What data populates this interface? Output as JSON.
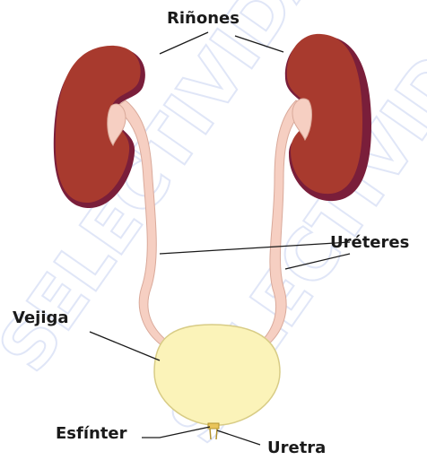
{
  "labels": {
    "kidneys": "Riñones",
    "ureters": "Uréteres",
    "bladder": "Vejiga",
    "sphincter": "Esfínter",
    "urethra": "Uretra"
  },
  "watermark_text": "SELECTIVIDAD",
  "colors": {
    "kidney": "#a83a2e",
    "kidney_shadow": "#7a1e3a",
    "ureter": "#f6cfc2",
    "bladder": "#fbf3b9",
    "leader_line": "#1a1a1a",
    "watermark": "#c7d2f2"
  }
}
